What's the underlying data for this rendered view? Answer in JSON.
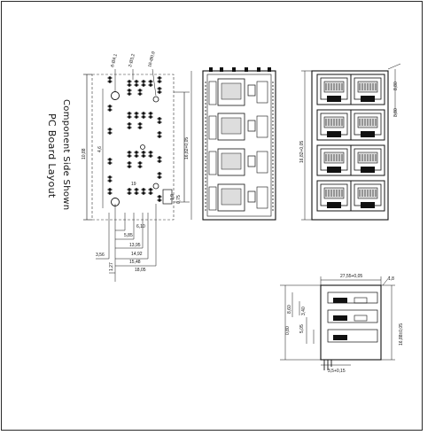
{
  "caption": {
    "title": "PC Board Layout",
    "subtitle": "Component Side Shown"
  },
  "dims": {
    "pcb_top_a": "6-Ø4,1",
    "pcb_top_b": "2-Ø3,2",
    "pcb_top_c": "16-Ø0,9",
    "pcb_height": "10,88",
    "pcb_mid": "4,6",
    "pcb_width_right": "16,82+0,05",
    "pcb_row_spacing": "19",
    "pcb_small_1": "1,9",
    "pcb_small_2": "0,75",
    "pcb_b1": "6,10",
    "pcb_b2": "5,85",
    "pcb_b3": "13,95",
    "pcb_b4": "14,92",
    "pcb_b5": "15,48",
    "pcb_b6": "18,05",
    "pcb_b7": "3,56",
    "pcb_b8": "1,27",
    "front_height": "16,82+0,05",
    "side_top_a": "8,80",
    "side_top_b": "8,80",
    "side_width": "27,55+0,05",
    "side_thick": "1,8",
    "side_h1": "8,60",
    "side_h2": "3,40",
    "side_h3": "5,05",
    "side_h4": "0,80",
    "side_h5": "16,88±0,05",
    "side_bottom": "3,5+0,15"
  }
}
